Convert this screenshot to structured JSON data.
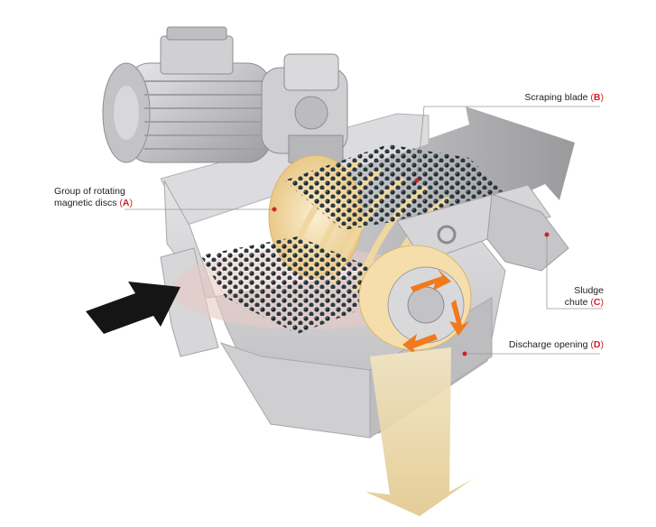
{
  "labels": {
    "scraping_blade": {
      "text": "Scraping blade",
      "letter": "B"
    },
    "discs": {
      "line1": "Group of rotating",
      "line2": "magnetic discs",
      "letter": "A"
    },
    "sludge_chute": {
      "line1": "Sludge",
      "line2": "chute",
      "letter": "C"
    },
    "discharge": {
      "text": "Discharge opening",
      "letter": "D"
    }
  },
  "colors": {
    "accent": "#d0202a",
    "housing": "#c9c9cb",
    "disc": "#f2d9a0",
    "arrow_out": "#a9a9ab",
    "arrow_down": "#ead4a3",
    "arrow_in": "#1a1a1a",
    "rotation_arrows": "#f07a1e"
  },
  "icons": [
    "inlet-arrow-icon",
    "outlet-arrow-icon",
    "discharge-arrow-icon",
    "rotation-arrow-icon"
  ]
}
